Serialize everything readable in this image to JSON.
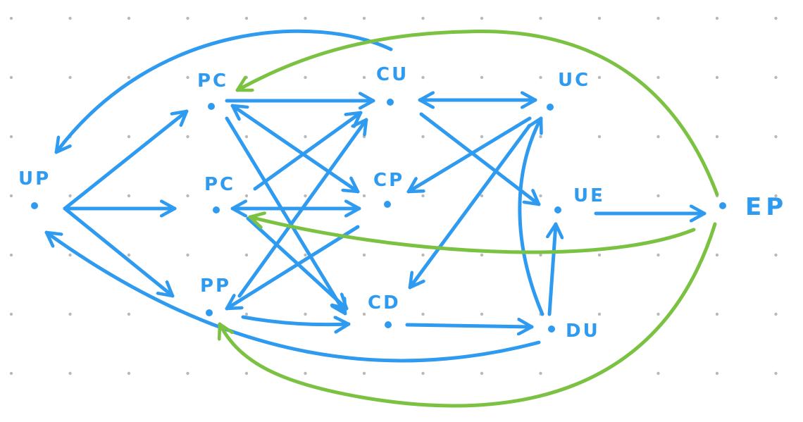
{
  "colors": {
    "blue": "#2f9bf0",
    "green": "#7cc242",
    "grid": "#b9b9b9",
    "background": "#ffffff"
  },
  "nodes": [
    {
      "id": "up",
      "label": "UP"
    },
    {
      "id": "pc1",
      "label": "PC"
    },
    {
      "id": "pc2",
      "label": "PC"
    },
    {
      "id": "pp",
      "label": "PP"
    },
    {
      "id": "cu",
      "label": "CU"
    },
    {
      "id": "cp",
      "label": "CP"
    },
    {
      "id": "cd",
      "label": "CD"
    },
    {
      "id": "uc",
      "label": "UC"
    },
    {
      "id": "ue",
      "label": "UE"
    },
    {
      "id": "du",
      "label": "DU"
    },
    {
      "id": "ep",
      "label": "EP"
    }
  ]
}
